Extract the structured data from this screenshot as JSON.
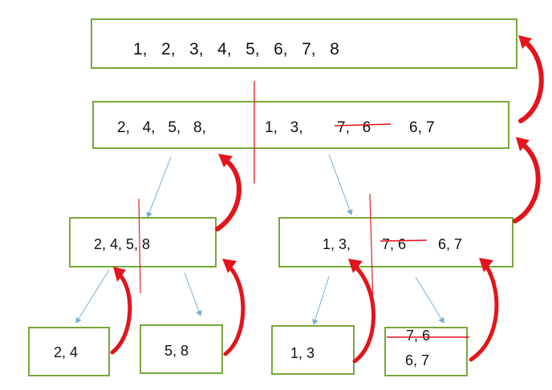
{
  "diagram": {
    "root": {
      "text": "1,   2,   3,   4,   5,   6,   7,   8"
    },
    "level1": {
      "left": "2,   4,   5,   8,",
      "right_a": "1,   3,",
      "right_struck": "7,   6",
      "right_b": "6, 7"
    },
    "level2": {
      "left": "2, 4, 5, 8",
      "right_a": "1, 3,",
      "right_struck": "7, 6",
      "right_b": "6, 7"
    },
    "leaves": {
      "a": "2, 4",
      "b": "5, 8",
      "c": "1, 3",
      "d_struck": "7, 6",
      "d": "6, 7"
    },
    "colors": {
      "box_border": "#77a83a",
      "arrow_blue": "#7aaed6",
      "merge_red": "#e3141b",
      "split_line": "#d7262b"
    }
  }
}
